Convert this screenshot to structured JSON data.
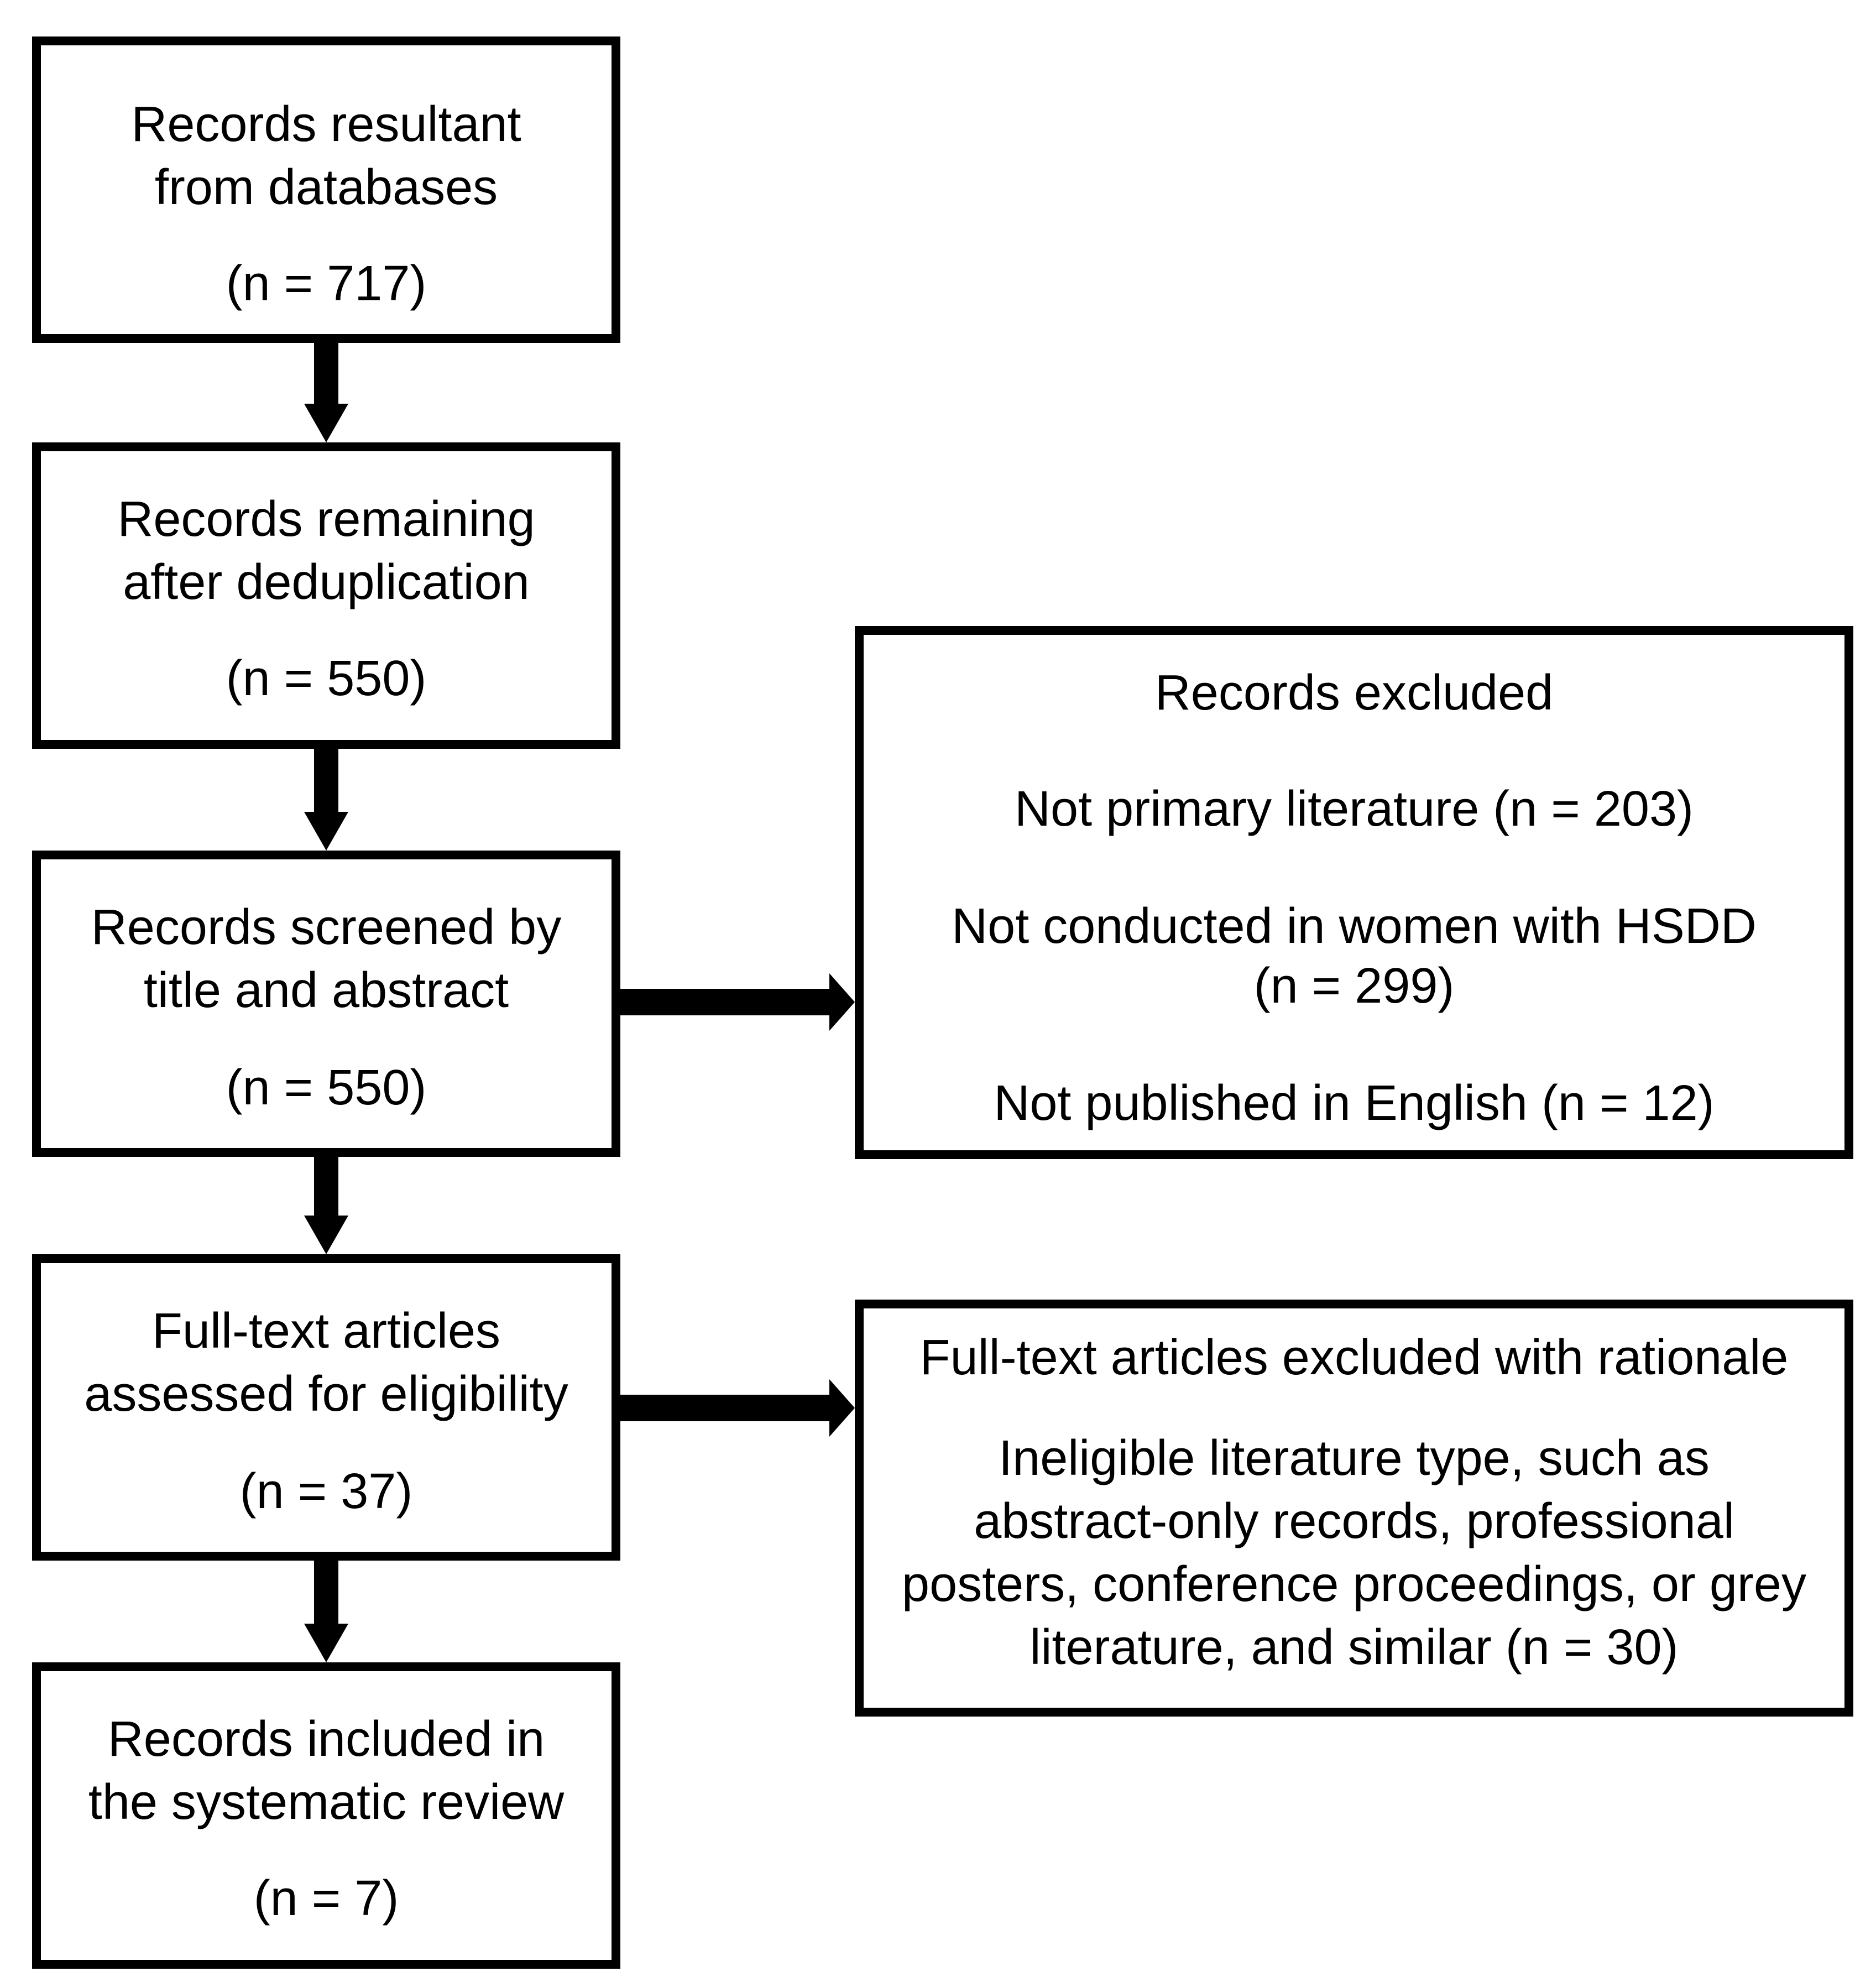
{
  "boxes": {
    "databases": {
      "line1": "Records resultant",
      "line2": "from databases",
      "count": "(n = 717)"
    },
    "dedup": {
      "line1": "Records remaining",
      "line2": "after deduplication",
      "count": "(n = 550)"
    },
    "screened": {
      "line1": "Records screened by",
      "line2": "title and abstract",
      "count": "(n = 550)"
    },
    "fulltext": {
      "line1": "Full-text articles",
      "line2": "assessed for eligibility",
      "count": "(n = 37)"
    },
    "included": {
      "line1": "Records included in",
      "line2": "the systematic review",
      "count": "(n = 7)"
    },
    "excluded": {
      "title": "Records excluded",
      "reason1": "Not primary literature (n = 203)",
      "reason2_line1": "Not conducted in women with HSDD",
      "reason2_line2": "(n = 299)",
      "reason3": "Not published in English (n = 12)"
    },
    "fulltext_excluded": {
      "title": "Full-text articles excluded with rationale",
      "line1": "Ineligible literature type, such as",
      "line2": "abstract-only records, professional",
      "line3": "posters, conference proceedings, or grey",
      "line4": "literature, and similar (n = 30)"
    }
  }
}
